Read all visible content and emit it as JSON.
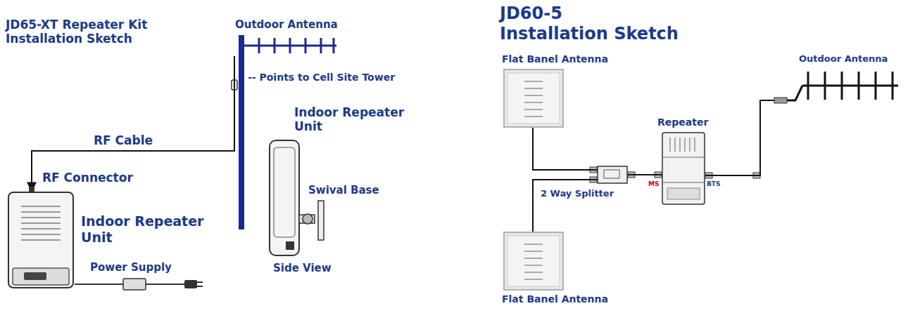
{
  "diagram": {
    "title": "JD65-XT Repeater Kit Installation Sketch",
    "nodes": [
      {
        "text": [
          "Outdoor Antenna",
          "-- Points to Cell Site Tower"
        ]
      },
      {
        "text": [
          "Indoor Repeater Unit"
        ]
      },
      {
        "text": [
          "Indoor Repeater Unit"
        ]
      },
      {
        "text": [
          "Flat Banel Antenna"
        ]
      },
      {
        "text": [
          "Outdoor Antenna"
        ]
      },
      {
        "text": [
          "2 Way Splitter"
        ]
      },
      {
        "text": [
          "Repeater"
        ]
      },
      {
        "text": [
          "Flat Banel Antenna"
        ]
      }
    ],
    "edges": [
      {
        "from": 0,
        "to": 1,
        "arrow": "to",
        "label": "RF Cable"
      },
      {
        "from": 3,
        "to": 5,
        "arrow": "none"
      },
      {
        "from": 7,
        "to": 5,
        "arrow": "none"
      },
      {
        "from": 5,
        "to": 6,
        "arrow": "none"
      },
      {
        "from": 6,
        "to": 4,
        "arrow": "none"
      }
    ],
    "labels": [
      "JD60-5 Installation Sketch",
      "RF Connector",
      "Power Supply",
      "Swival Base",
      "Side View",
      "MS",
      "BTS"
    ]
  }
}
